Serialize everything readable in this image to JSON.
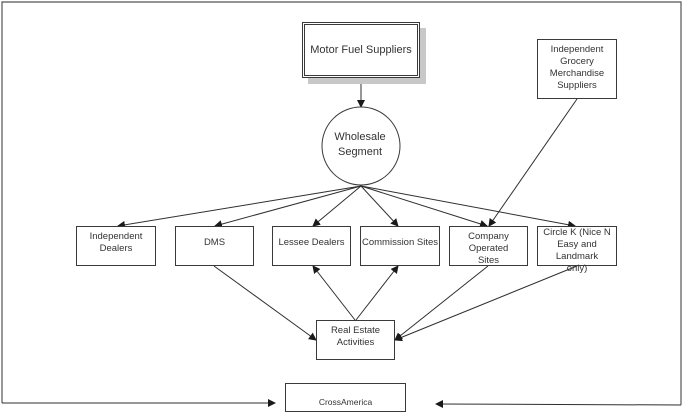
{
  "diagram": {
    "nodes": {
      "motor_fuel_suppliers": "Motor Fuel Suppliers",
      "independent_grocery": "Independent\nGrocery\nMerchandise\nSuppliers",
      "wholesale_segment": "Wholesale\nSegment",
      "independent_dealers": "Independent\nDealers",
      "dms": "DMS",
      "lessee_dealers": "Lessee Dealers",
      "commission_sites": "Commission Sites",
      "company_operated_sites": "Company Operated\nSites",
      "circle_k": "Circle K (Nice N\nEasy and Landmark\nonly)",
      "real_estate_activities": "Real Estate\nActivities",
      "crossamerica": "CrossAmerica"
    },
    "edges": [
      {
        "from": "Motor Fuel Suppliers",
        "to": "Wholesale Segment"
      },
      {
        "from": "Wholesale Segment",
        "to": "Independent Dealers"
      },
      {
        "from": "Wholesale Segment",
        "to": "DMS"
      },
      {
        "from": "Wholesale Segment",
        "to": "Lessee Dealers"
      },
      {
        "from": "Wholesale Segment",
        "to": "Commission Sites"
      },
      {
        "from": "Wholesale Segment",
        "to": "Company Operated Sites"
      },
      {
        "from": "Wholesale Segment",
        "to": "Circle K (Nice N Easy and Landmark only)"
      },
      {
        "from": "Independent Grocery Merchandise Suppliers",
        "to": "Company Operated Sites"
      },
      {
        "from": "DMS",
        "to": "Real Estate Activities"
      },
      {
        "from": "Real Estate Activities",
        "to": "Lessee Dealers"
      },
      {
        "from": "Real Estate Activities",
        "to": "Commission Sites"
      },
      {
        "from": "Company Operated Sites",
        "to": "Real Estate Activities"
      },
      {
        "from": "Circle K (Nice N Easy and Landmark only)",
        "to": "Real Estate Activities"
      },
      {
        "from": "Outer frame (left)",
        "to": "CrossAmerica"
      },
      {
        "from": "Outer frame (right)",
        "to": "CrossAmerica"
      }
    ],
    "colors": {
      "line": "#2f2f2f",
      "text": "#333333",
      "shadow": "#c8c8c8"
    }
  }
}
